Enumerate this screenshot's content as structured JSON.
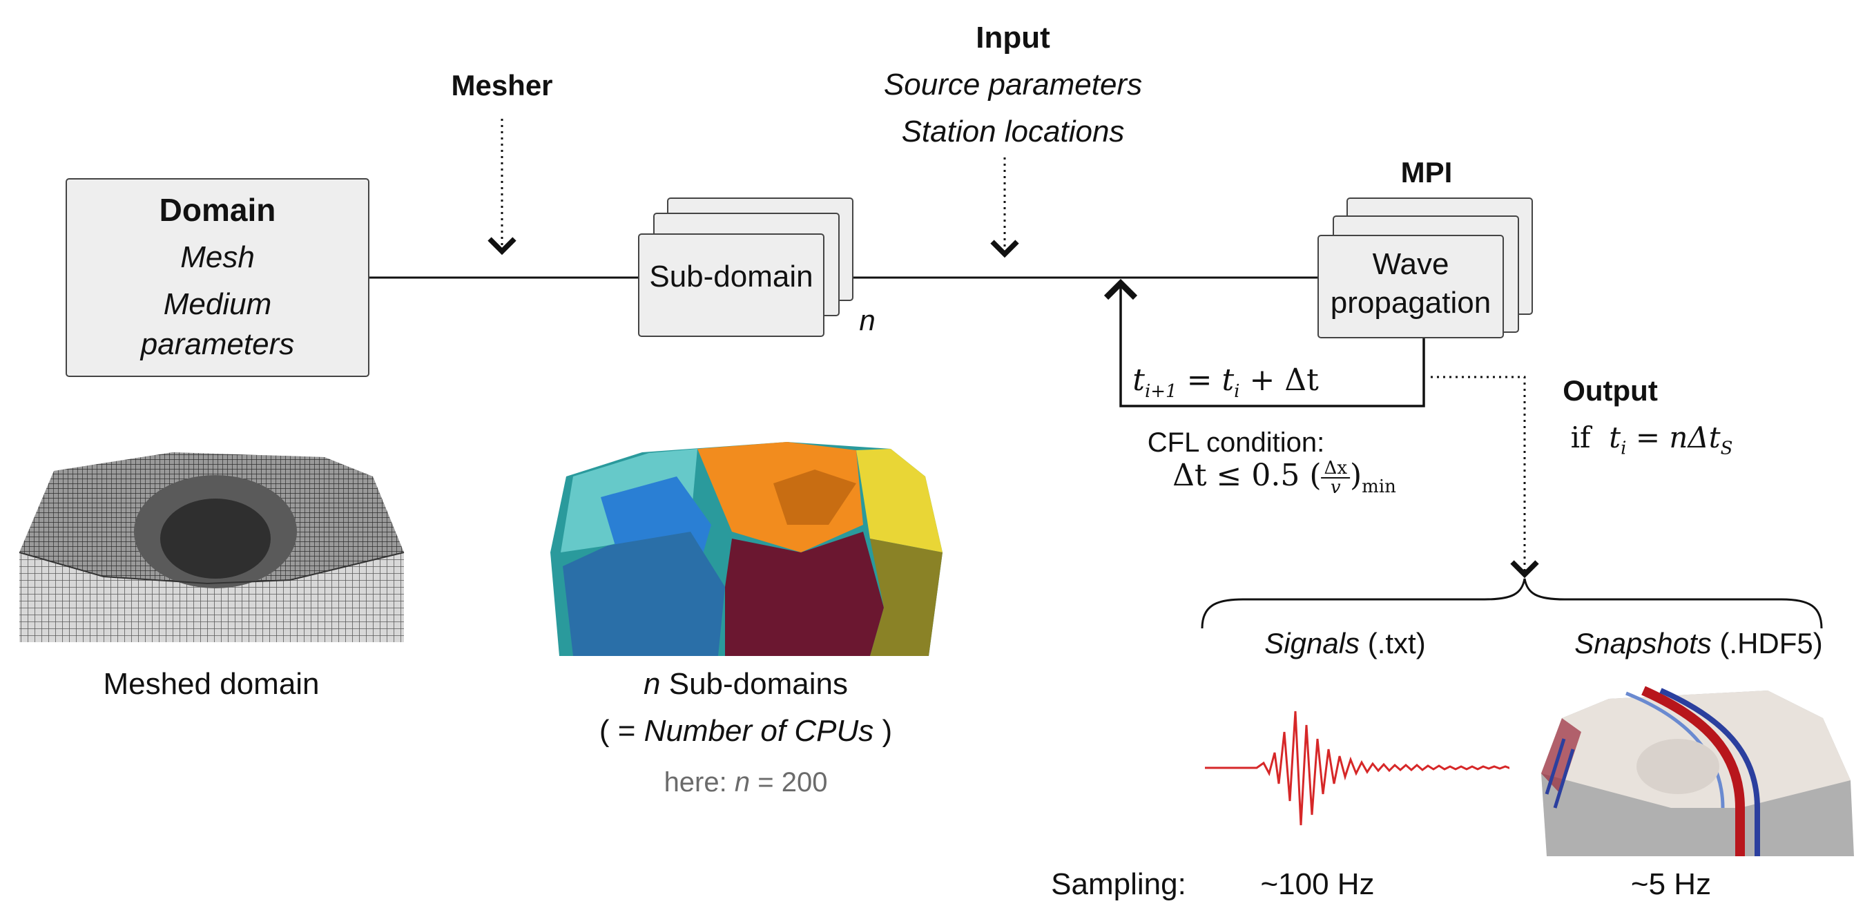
{
  "domain_box": {
    "title": "Domain",
    "line1": "Mesh",
    "line2": "Medium",
    "line3": "parameters"
  },
  "mesher": {
    "label": "Mesher"
  },
  "input": {
    "title": "Input",
    "line1": "Source parameters",
    "line2": "Station locations"
  },
  "subdomain": {
    "label": "Sub-domain",
    "count_symbol": "n"
  },
  "mpi": {
    "title": "MPI",
    "line1": "Wave",
    "line2": "propagation"
  },
  "time_step": {
    "lhs": "t",
    "lhs_sub": "i+1",
    "eq": " = ",
    "rhs": "t",
    "rhs_sub": "i",
    "plus": " + Δt"
  },
  "cfl": {
    "title": "CFL condition:",
    "lhs": "Δt ≤ 0.5 (",
    "num": "Δx",
    "den": "v",
    "close": ")",
    "sub": "min"
  },
  "output": {
    "title": "Output",
    "cond_if": "if",
    "cond_t": "t",
    "cond_i": "i",
    "cond_rhs": " = nΔt",
    "cond_s": "S"
  },
  "signals": {
    "name": "Signals",
    "ext": " (.txt)"
  },
  "snapshots": {
    "name": "Snapshots",
    "ext": " (.HDF5)"
  },
  "meshed_caption": {
    "text": "Meshed domain"
  },
  "subdomains_caption": {
    "n": "n",
    "line1": " Sub-domains",
    "line2_pre": "( = ",
    "line2_it": "Number of CPUs",
    "line2_post": " )",
    "here_pre": "here: ",
    "here_n": "n",
    "here_post": " = 200"
  },
  "sampling": {
    "label": "Sampling:",
    "signals_rate": "~100 Hz",
    "snapshots_rate": "~5 Hz"
  },
  "colors": {
    "box_fill": "#eeeeee",
    "seismogram": "#d62728",
    "wave_red": "#b8161c",
    "wave_blue": "#2b3f9e",
    "sub_orange": "#f28c1e",
    "sub_blue": "#2a7fd4",
    "sub_maroon": "#6b1730",
    "sub_yellow": "#e9d636",
    "sub_teal": "#2a9a9c"
  }
}
